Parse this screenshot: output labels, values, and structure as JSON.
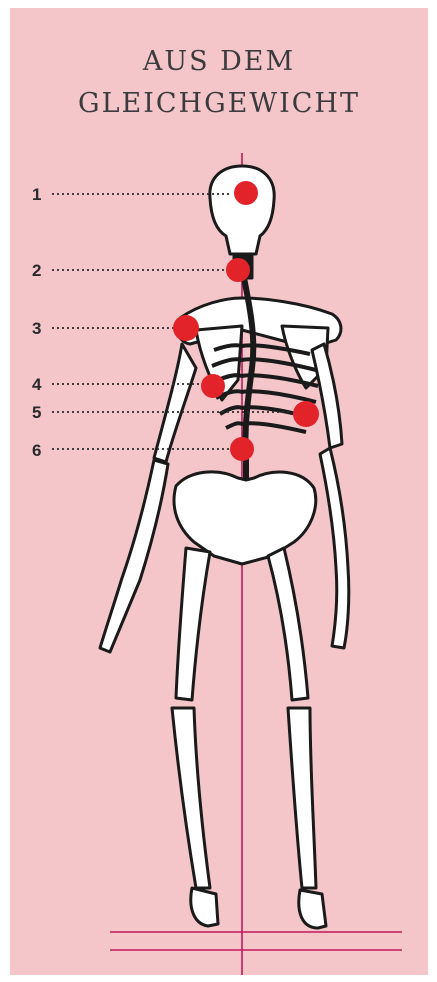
{
  "title": {
    "line1": "AUS DEM",
    "line2": "GLEICHGEWICHT"
  },
  "markers": [
    {
      "label": "1"
    },
    {
      "label": "2"
    },
    {
      "label": "3"
    },
    {
      "label": "4"
    },
    {
      "label": "5"
    },
    {
      "label": "6"
    }
  ],
  "colors": {
    "background": "#f4c6c9",
    "marker": "#e2232a",
    "axis_line": "#c2185b",
    "bone": "#ffffff",
    "outline": "#1a1a1a"
  }
}
